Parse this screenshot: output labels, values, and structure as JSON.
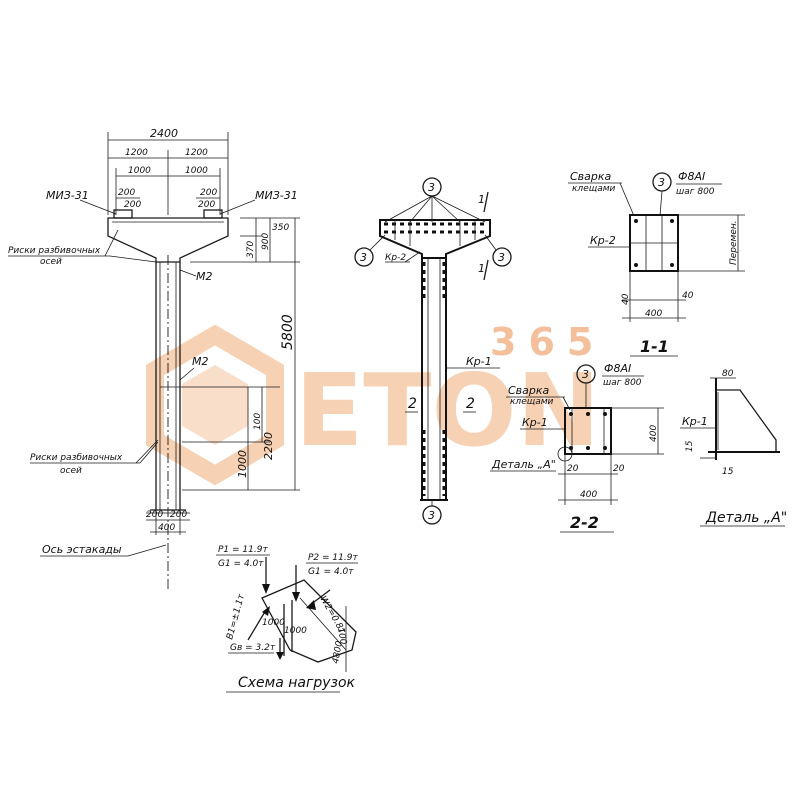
{
  "watermark": {
    "brand": "ETON",
    "number": "365",
    "color_main": "#f6c9a6",
    "color_number": "#f3b48a"
  },
  "elevation": {
    "dim_total": "2400",
    "dim_half_left": "1200",
    "dim_half_right": "1200",
    "dim_inner_left": "1000",
    "dim_inner_right": "1000",
    "dim_200_a": "200",
    "dim_200_b": "200",
    "dim_200_c": "200",
    "dim_200_d": "200",
    "embed_left": "МИЗ-31",
    "embed_right": "МИЗ-31",
    "marks_label_1": "Риски разбивочных",
    "marks_label_1b": "осей",
    "m2_upper": "М2",
    "m2_lower": "М2",
    "dim_350": "350",
    "dim_370": "370",
    "dim_900": "900",
    "dim_5800": "5800",
    "dim_2200": "2200",
    "dim_100": "100",
    "dim_1000": "1000",
    "marks_label_2": "Риски разбивочных",
    "marks_label_2b": "осей",
    "dim_base_200a": "200",
    "dim_base_200b": "200",
    "dim_base_400": "400",
    "axis_label": "Ось эстакады"
  },
  "rebar": {
    "callout_top": "3",
    "callout_left": "3",
    "callout_right": "3",
    "callout_bottom": "3",
    "kr2": "Кр-2",
    "kr1": "Кр-1",
    "bar_2a": "2",
    "bar_2b": "2",
    "section_mark_a": "1",
    "section_mark_b": "1"
  },
  "section11": {
    "weld_label": "Сварка",
    "weld_label2": "клещами",
    "callout": "3",
    "bar_spec": "Ф8АI",
    "bar_step": "шаг 800",
    "kr2": "Кр-2",
    "side_note": "Перемен.",
    "dim_40a": "40",
    "dim_40b": "40",
    "dim_400": "400",
    "title": "1-1"
  },
  "section22": {
    "weld_label": "Сварка",
    "weld_label2": "клещами",
    "callout": "3",
    "bar_spec": "Ф8АI",
    "bar_step": "шаг 800",
    "kr1": "Кр-1",
    "dim_400v": "400",
    "dim_20a": "20",
    "dim_20b": "20",
    "dim_400h": "400",
    "detail_ref": "Деталь „А\"",
    "title": "2-2"
  },
  "detailA": {
    "kr1": "Кр-1",
    "dim_80": "80",
    "dim_15a": "15",
    "dim_15b": "15",
    "title": "Деталь „А\""
  },
  "loads": {
    "p1": "P1 = 11.9т",
    "g1": "G1 = 4.0т",
    "p2": "P2 = 11.9т",
    "g2": "G1 = 4.0т",
    "w": "W2=0.8т",
    "b": "B1=±1.1т",
    "gb": "Gв = 3.2т",
    "dim_1000a": "1000",
    "dim_1000b": "1000",
    "dim_100": "100",
    "dim_4800": "4800",
    "title": "Схема нагрузок"
  }
}
